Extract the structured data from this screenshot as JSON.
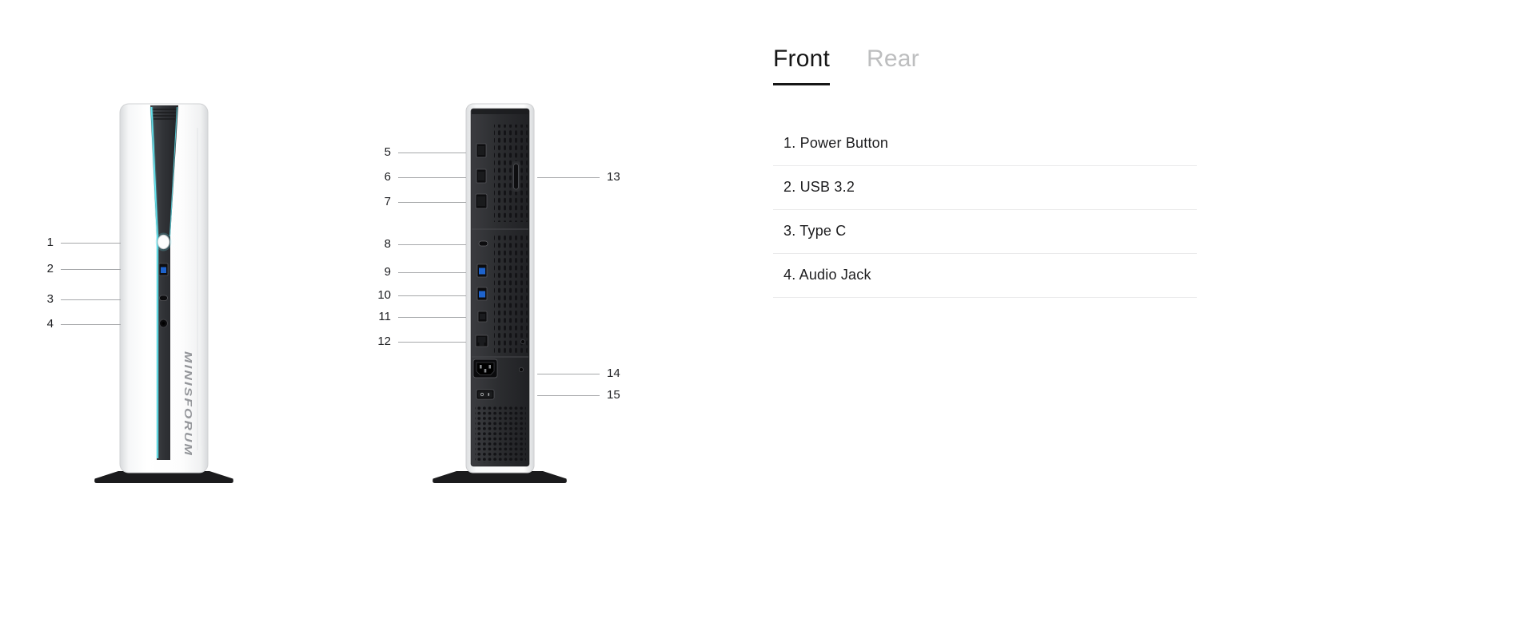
{
  "panel": {
    "tabs": [
      {
        "label": "Front",
        "active": true
      },
      {
        "label": "Rear",
        "active": false
      }
    ],
    "features": [
      "1. Power Button",
      "2. USB 3.2",
      "3. Type C",
      "4. Audio Jack"
    ]
  },
  "branding": {
    "logo_text": "MINISFORUM"
  },
  "callouts": {
    "front": [
      "1",
      "2",
      "3",
      "4"
    ],
    "rear_left": [
      "5",
      "6",
      "7",
      "8",
      "9",
      "10",
      "11",
      "12"
    ],
    "rear_right": [
      "13",
      "14",
      "15"
    ]
  },
  "colors": {
    "accent_cyan": "#63e1ec",
    "usb_blue": "#1e63cc",
    "tab_active": "#161616",
    "tab_inactive": "#bdbebf",
    "callout_line": "#a6a8aa"
  }
}
